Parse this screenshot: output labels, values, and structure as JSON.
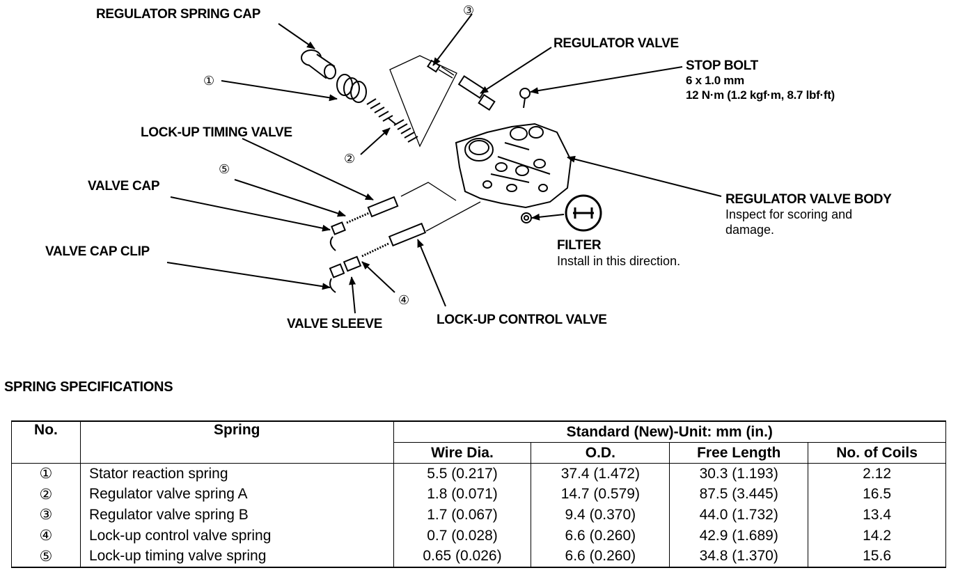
{
  "labels": {
    "regulator_spring_cap": "REGULATOR SPRING CAP",
    "regulator_valve": "REGULATOR VALVE",
    "stop_bolt": "STOP BOLT",
    "stop_bolt_size": "6 x 1.0 mm",
    "stop_bolt_torque": "12 N·m (1.2 kgf·m, 8.7 lbf·ft)",
    "lock_up_timing_valve": "LOCK-UP TIMING VALVE",
    "valve_cap": "VALVE CAP",
    "valve_cap_clip": "VALVE CAP CLIP",
    "valve_sleeve": "VALVE SLEEVE",
    "lock_up_control_valve": "LOCK-UP CONTROL VALVE",
    "regulator_valve_body": "REGULATOR VALVE BODY",
    "regulator_valve_body_note_1": "Inspect for scoring and",
    "regulator_valve_body_note_2": "damage.",
    "filter": "FILTER",
    "filter_note": "Install in this direction.",
    "callout_1": "①",
    "callout_2": "②",
    "callout_3": "③",
    "callout_4": "④",
    "callout_5": "⑤"
  },
  "section_title": "SPRING SPECIFICATIONS",
  "table": {
    "header": {
      "no": "No.",
      "spring": "Spring",
      "standard": "Standard (New)-Unit: mm (in.)",
      "wire_dia": "Wire Dia.",
      "od": "O.D.",
      "free_length": "Free Length",
      "coils": "No. of Coils"
    },
    "rows": [
      {
        "no": "①",
        "spring": "Stator reaction spring",
        "wire": "5.5 (0.217)",
        "od": "37.4 (1.472)",
        "free": "30.3 (1.193)",
        "coils": "2.12"
      },
      {
        "no": "②",
        "spring": "Regulator valve spring A",
        "wire": "1.8 (0.071)",
        "od": "14.7 (0.579)",
        "free": "87.5 (3.445)",
        "coils": "16.5"
      },
      {
        "no": "③",
        "spring": "Regulator valve spring B",
        "wire": "1.7 (0.067)",
        "od": "9.4 (0.370)",
        "free": "44.0 (1.732)",
        "coils": "13.4"
      },
      {
        "no": "④",
        "spring": "Lock-up control valve spring",
        "wire": "0.7 (0.028)",
        "od": "6.6 (0.260)",
        "free": "42.9 (1.689)",
        "coils": "14.2"
      },
      {
        "no": "⑤",
        "spring": "Lock-up timing valve spring",
        "wire": "0.65 (0.026)",
        "od": "6.6 (0.260)",
        "free": "34.8 (1.370)",
        "coils": "15.6"
      }
    ]
  }
}
